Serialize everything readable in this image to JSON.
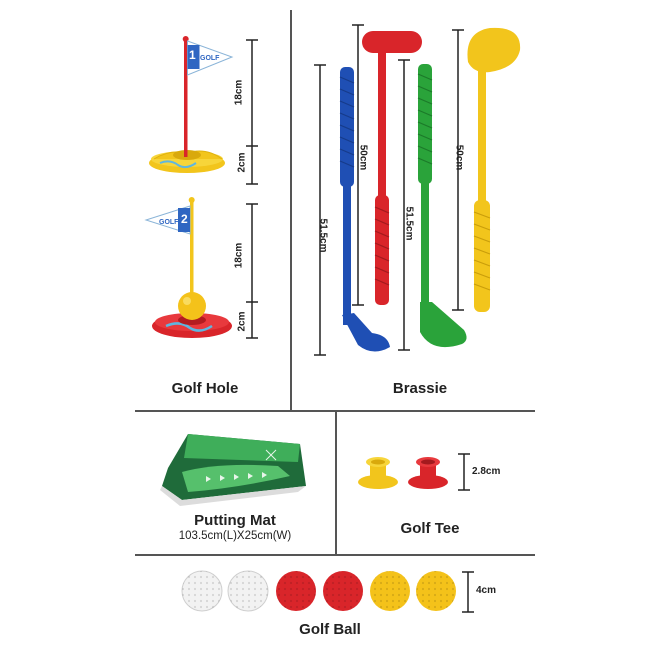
{
  "sections": {
    "golf_hole": {
      "title": "Golf Hole",
      "flag1_text": "GOLF",
      "flag1_number": "1",
      "flag2_text": "GOLF",
      "flag2_number": "2",
      "dim_flag1_height": "18cm",
      "dim_cup1_height": "2cm",
      "dim_flag2_height": "18cm",
      "dim_cup2_height": "2cm"
    },
    "brassie": {
      "title": "Brassie",
      "dim_blue": "51.5cm",
      "dim_red": "50cm",
      "dim_green": "51.5cm",
      "dim_yellow": "50cm"
    },
    "putting_mat": {
      "title": "Putting Mat",
      "size": "103.5cm(L)X25cm(W)"
    },
    "golf_tee": {
      "title": "Golf Tee",
      "dim_height": "2.8cm"
    },
    "golf_ball": {
      "title": "Golf Ball",
      "dim_diameter": "4cm"
    }
  },
  "colors": {
    "blue": "#1f4fb4",
    "red": "#d9252a",
    "green": "#2aa33a",
    "yellow": "#f2c51c",
    "white_ball": "#f2f2f2",
    "mat_dark": "#1f6b3a",
    "mat_light": "#3fae5a"
  }
}
